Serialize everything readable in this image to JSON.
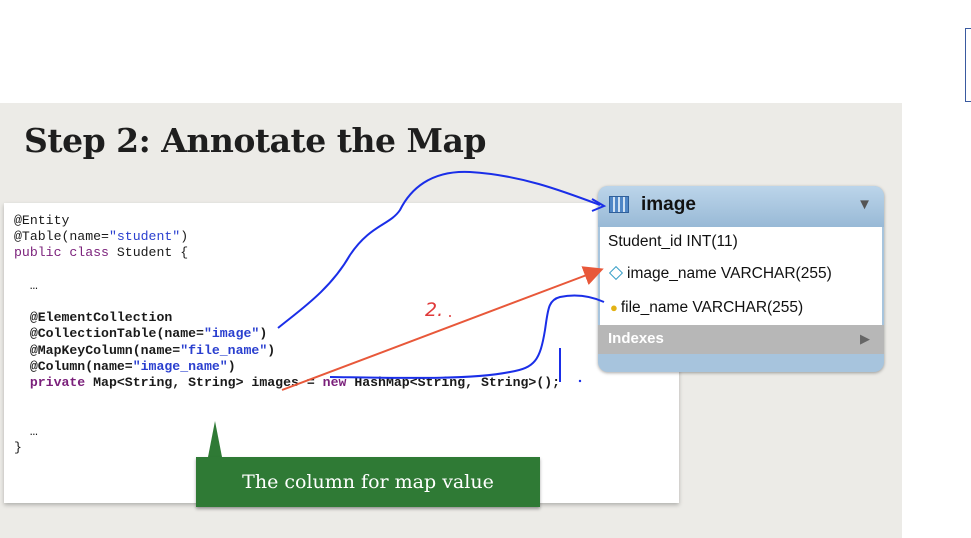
{
  "slide": {
    "title": "Step 2: Annotate the Map",
    "code_lines": [
      "@Entity",
      "@Table(name=\"student\")",
      "public class Student {",
      "",
      "  …",
      "",
      "  @ElementCollection",
      "  @CollectionTable(name=\"image\")",
      "  @MapKeyColumn(name=\"file_name\")",
      "  @Column(name=\"image_name\")",
      "  private Map<String, String> images = new HashMap<String, String>();",
      "",
      "",
      "  …",
      "}"
    ],
    "callout": "The column for map value"
  },
  "table": {
    "name": "image",
    "columns": [
      "Student_id INT(11)",
      "image_name VARCHAR(255)",
      "file_name VARCHAR(255)"
    ],
    "indexes_label": "Indexes",
    "header_icon": "table-icon",
    "collapse_icon": "triangle-down-icon",
    "expand_icon": "triangle-right-icon",
    "column_icons": [
      "none",
      "diamond-icon",
      "key-icon"
    ]
  },
  "annotations": {
    "handwritten_label": "2.",
    "colors": {
      "blue_ink": "#1a2ee8",
      "red_ink": "#e8583a",
      "callout_green": "#2f7a35",
      "table_header": "#a7c4dd"
    }
  }
}
